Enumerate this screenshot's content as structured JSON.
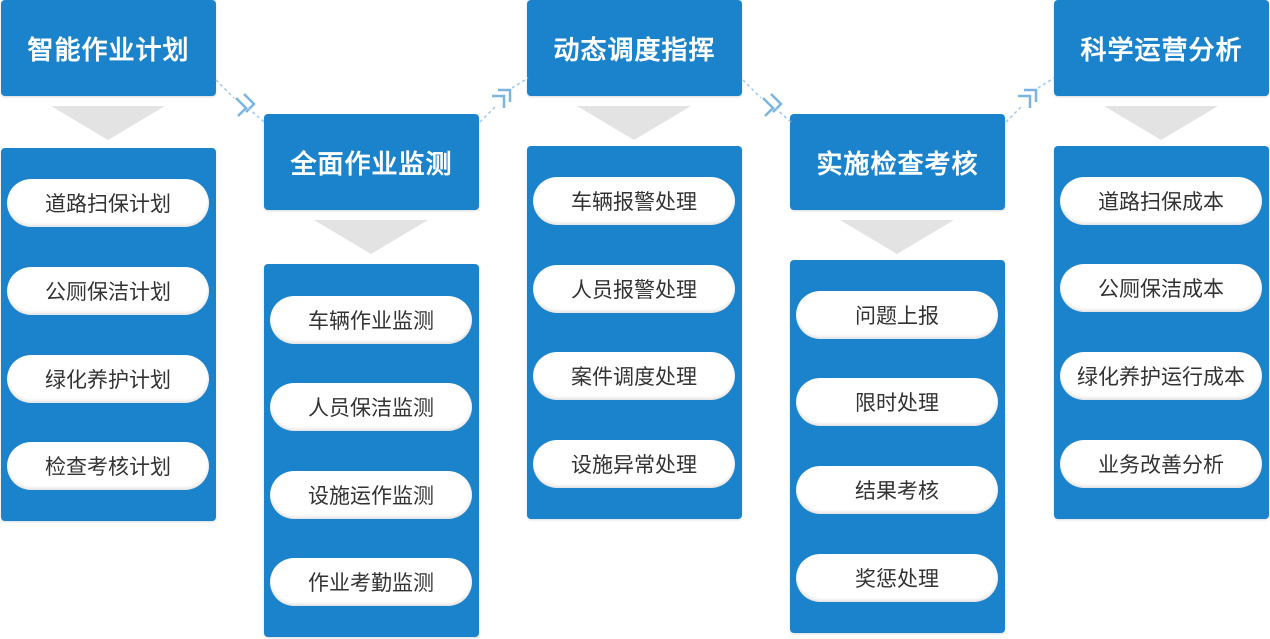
{
  "columns": [
    {
      "title": "智能作业计划",
      "items": [
        "道路扫保计划",
        "公厕保洁计划",
        "绿化养护计划",
        "检查考核计划"
      ]
    },
    {
      "title": "全面作业监测",
      "items": [
        "车辆作业监测",
        "人员保洁监测",
        "设施运作监测",
        "作业考勤监测"
      ]
    },
    {
      "title": "动态调度指挥",
      "items": [
        "车辆报警处理",
        "人员报警处理",
        "案件调度处理",
        "设施异常处理"
      ]
    },
    {
      "title": "实施检查考核",
      "items": [
        "问题上报",
        "限时处理",
        "结果考核",
        "奖惩处理"
      ]
    },
    {
      "title": "科学运营分析",
      "items": [
        "道路扫保成本",
        "公厕保洁成本",
        "绿化养护运行成本",
        "业务改善分析"
      ]
    }
  ],
  "colors": {
    "primary": "#1b82cc",
    "pill_bg": "#ffffff",
    "triangle": "#e3e3e3",
    "connector": "#9ec8e8"
  }
}
